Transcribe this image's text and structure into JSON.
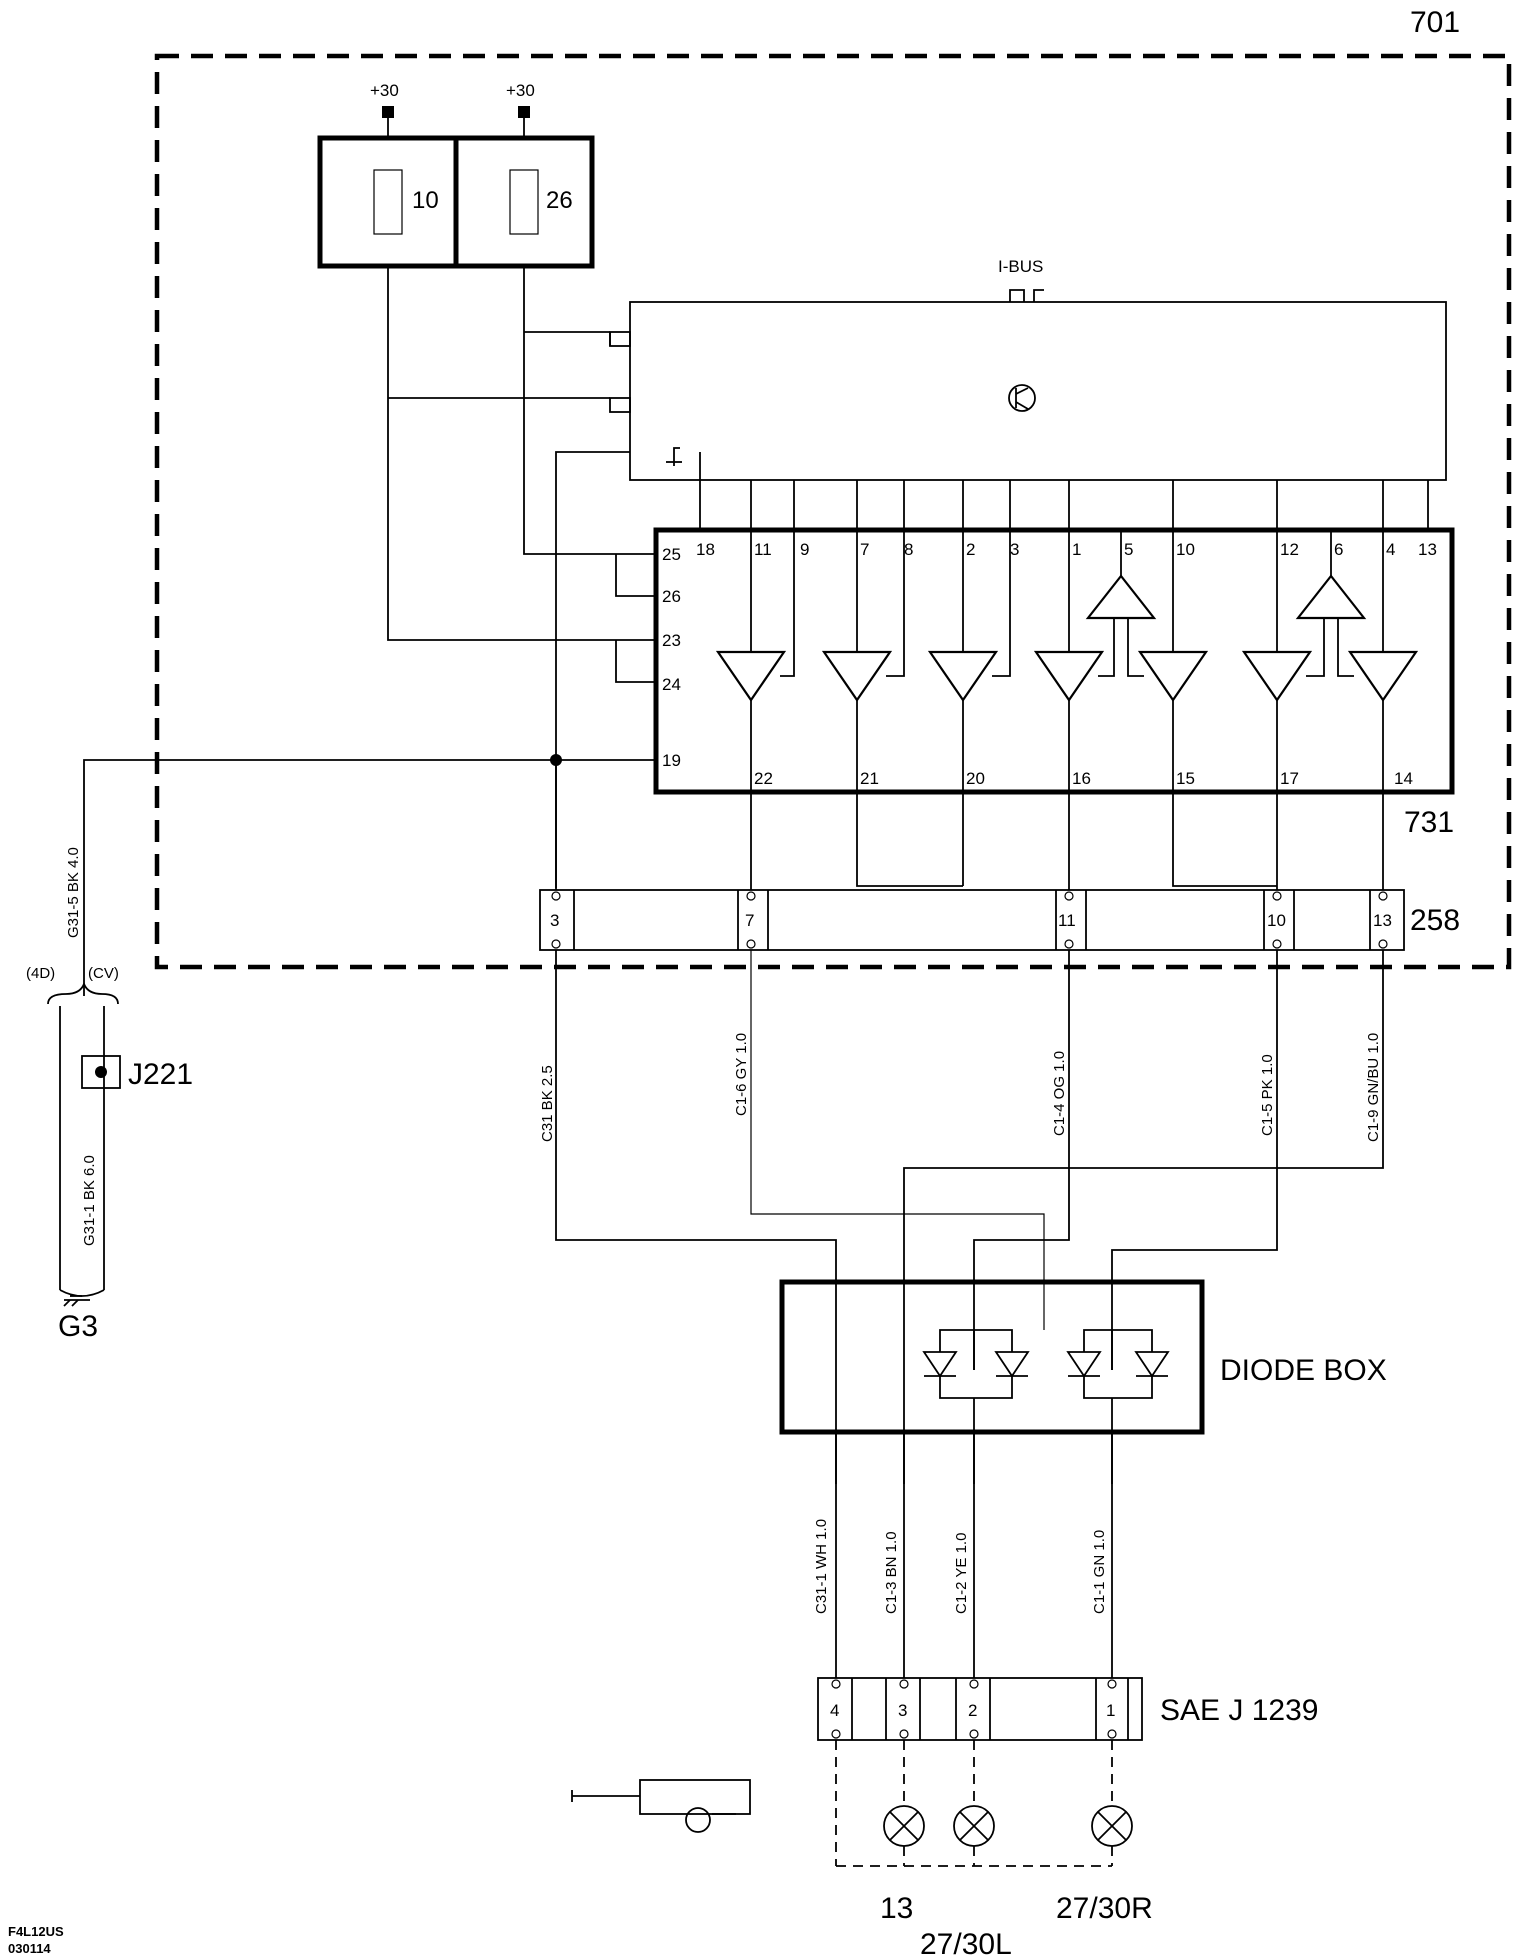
{
  "labels": {
    "sheet_ref": "701",
    "module_ref": "731",
    "connector_ref": "258",
    "ibus": "I-BUS",
    "supply_1": "+30",
    "supply_2": "+30",
    "fuse_1": "10",
    "fuse_2": "26",
    "diode_box": "DIODE BOX",
    "trailer_connector": "SAE J 1239",
    "junction": "J221",
    "ground": "G3",
    "variant_4d": "(4D)",
    "variant_cv": "(CV)",
    "drawing_id": "F4L12US",
    "drawing_date": "030114"
  },
  "module_pins": {
    "left": [
      "25",
      "26",
      "23",
      "24",
      "19"
    ],
    "top": [
      "18",
      "11",
      "9",
      "7",
      "8",
      "2",
      "3",
      "1",
      "5",
      "10",
      "12",
      "6",
      "4",
      "13"
    ],
    "bottom": [
      "22",
      "21",
      "20",
      "16",
      "15",
      "17",
      "14"
    ]
  },
  "connector_258_pins": [
    "3",
    "7",
    "11",
    "10",
    "13"
  ],
  "sae_pins": [
    "4",
    "3",
    "2",
    "1"
  ],
  "wires": {
    "g31_5": "G31-5  BK  4.0",
    "g31_1": "G31-1 BK  6.0",
    "c31": "C31    BK  2.5",
    "c1_6": "C1-6  GY  1.0",
    "c1_4": "C1-4  OG  1.0",
    "c1_5": "C1-5  PK  1.0",
    "c1_9": "C1-9  GN/BU  1.0",
    "c31_1": "C31-1 WH  1.0",
    "c1_3": "C1-3  BN  1.0",
    "c1_2": "C1-2  YE  1.0",
    "c1_1": "C1-1  GN  1.0"
  },
  "lamps": {
    "l13": "13",
    "l27_30l": "27/30L",
    "l27_30r": "27/30R"
  }
}
